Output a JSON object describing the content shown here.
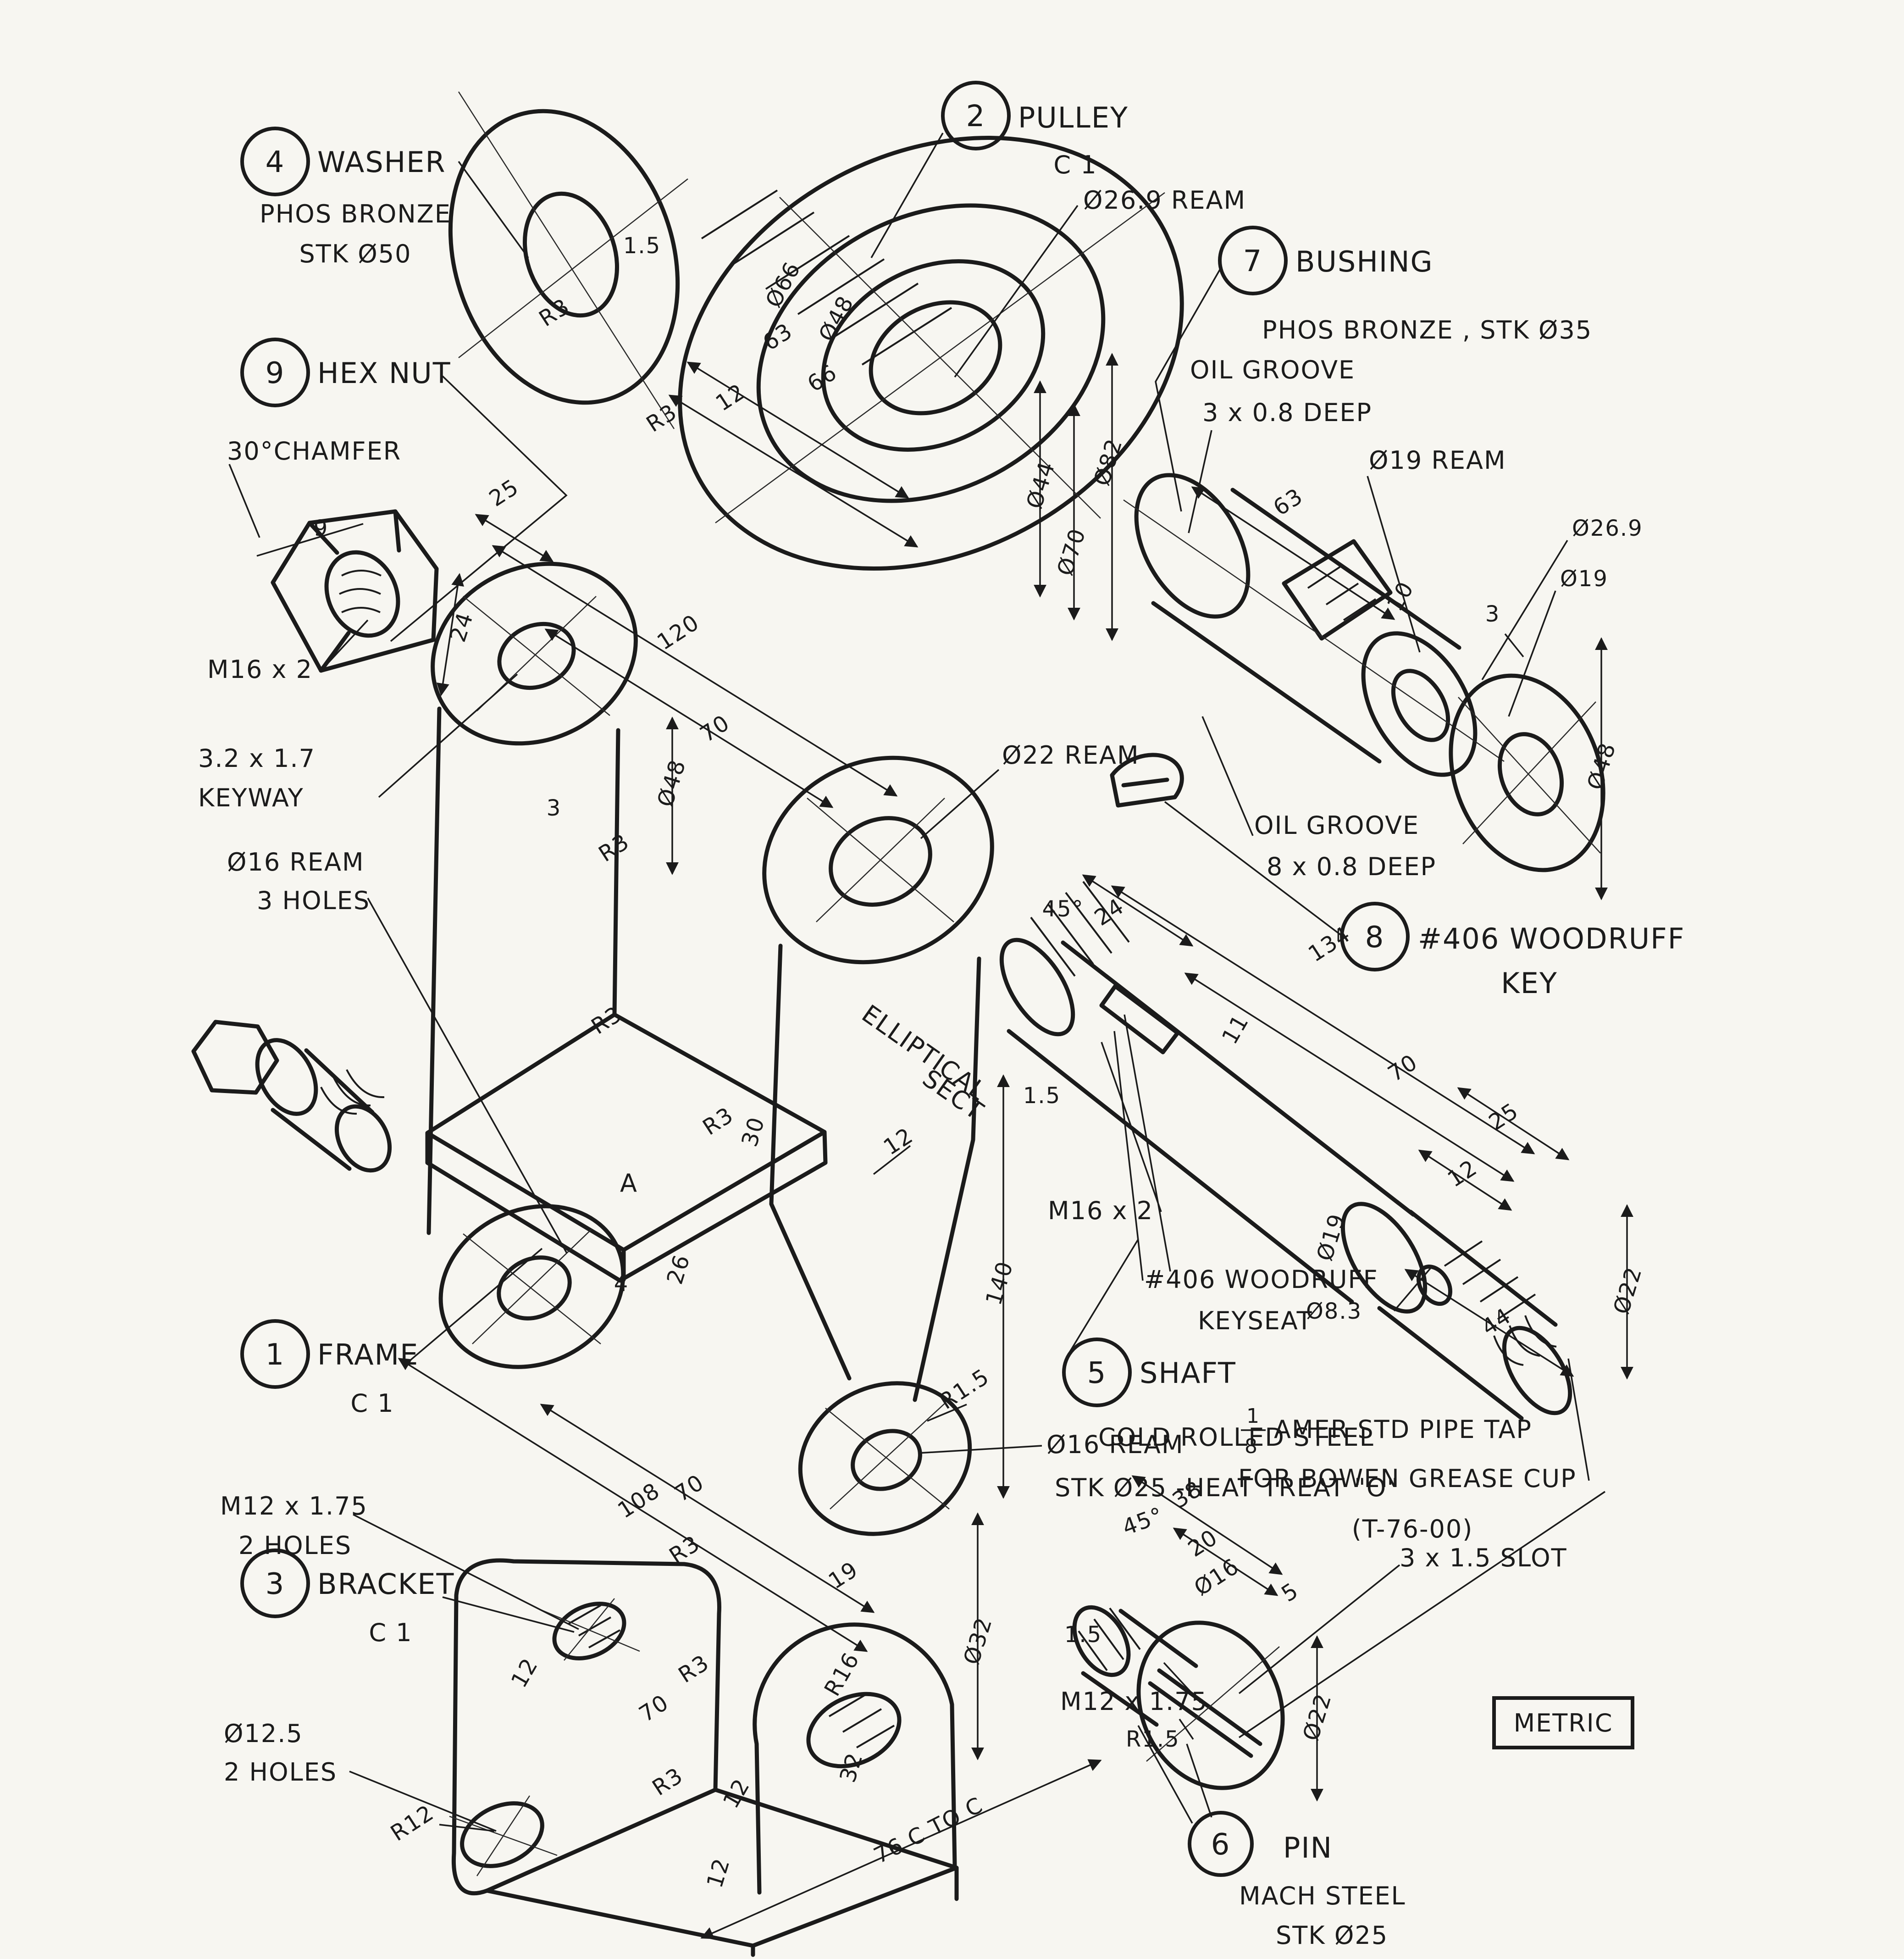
{
  "sheet": {
    "standard": "METRIC"
  },
  "parts": {
    "frame": {
      "num": "1",
      "name": "FRAME",
      "spec1": "C 1"
    },
    "pulley": {
      "num": "2",
      "name": "PULLEY",
      "spec1": "C 1"
    },
    "bracket": {
      "num": "3",
      "name": "BRACKET",
      "spec1": "C 1"
    },
    "washer": {
      "num": "4",
      "name": "WASHER",
      "spec1": "PHOS BRONZE",
      "spec2": "STK Ø50"
    },
    "shaft": {
      "num": "5",
      "name": "SHAFT",
      "spec1": "COLD ROLLED STEEL",
      "spec2": "STK Ø25 -HEAT TREAT \"O\""
    },
    "pin": {
      "num": "6",
      "name": "PIN",
      "spec1": "MACH STEEL",
      "spec2": "STK Ø25"
    },
    "bushing": {
      "num": "7",
      "name": "BUSHING",
      "spec1": "PHOS BRONZE , STK Ø35"
    },
    "woodruff_key": {
      "num": "8",
      "name": "#406 WOODRUFF",
      "name2": "KEY"
    },
    "hex_nut": {
      "num": "9",
      "name": "HEX NUT"
    }
  },
  "notes": {
    "chamfer": "30°CHAMFER",
    "nut_thread": "M16 x 2",
    "keyway_1": "3.2 x 1.7",
    "keyway_2": "KEYWAY",
    "ream3_1": "Ø16 REAM",
    "ream3_2": "3 HOLES",
    "pulley_ream": "Ø26.9 REAM",
    "oil_groove_a1": "OIL GROOVE",
    "oil_groove_a2": "3 x 0.8 DEEP",
    "bushing_ream": "Ø19 REAM",
    "oil_groove_b1": "OIL GROOVE",
    "oil_groove_b2": "8 x 0.8 DEEP",
    "frame_ream22": "Ø22 REAM",
    "elliptical_1": "ELLIPTICAL",
    "elliptical_2": "SECT",
    "keyseat_1": "#406 WOODRUFF",
    "keyseat_2": "KEYSEAT",
    "shaft_thread": "M16 x 2",
    "frame_ream16": "Ø16 REAM",
    "pipe_tap_num": "1",
    "pipe_tap_den": "8",
    "pipe_tap_1": "AMER STD PIPE TAP",
    "pipe_tap_2": "FOR BOWEN GREASE CUP",
    "pipe_tap_3": "(T-76-00)",
    "pin_slot": "3 x 1.5 SLOT",
    "pin_thread": "M12 x 1.75",
    "bracket_thread_1": "M12 x 1.75",
    "bracket_thread_2": "2 HOLES",
    "bracket_holes_1": "Ø12.5",
    "bracket_holes_2": "2 HOLES",
    "section_marker": "A"
  },
  "dims": {
    "nut_flat": "9",
    "nut_h": "24",
    "pulley_rim": "1.5",
    "pulley_d66": "Ø66",
    "pulley_63": "63",
    "pulley_d48": "Ø48",
    "pulley_66": "66",
    "pulley_12": "12",
    "pulley_r3a": "R3",
    "pulley_r3b": "R3",
    "pulley_d44": "Ø44",
    "pulley_d70": "Ø70",
    "pulley_d82": "Ø82",
    "bushing_63": "63",
    "bushing_10": "10",
    "bushing_3": "3",
    "bushing_d269": "Ø26.9",
    "bushing_d19": "Ø19",
    "bushing_d48": "Ø48",
    "frame_25": "25",
    "frame_120": "120",
    "frame_70": "70",
    "frame_d48": "Ø48",
    "frame_3": "3",
    "frame_r3a": "R3",
    "frame_r3b": "R3",
    "frame_r3c": "R3",
    "frame_30": "30",
    "frame_26": "26",
    "frame_4": "4",
    "frame_12": "12",
    "frame_108": "108",
    "frame_70b": "70",
    "frame_19": "19",
    "frame_d32": "Ø32",
    "frame_r15": "R1.5",
    "frame_140": "140",
    "shaft_45": "45°",
    "shaft_24": "24",
    "shaft_134": "134",
    "shaft_11": "11",
    "shaft_70": "70",
    "shaft_15": "1.5",
    "shaft_12": "12",
    "shaft_25": "25",
    "shaft_d19": "Ø19",
    "shaft_d83": "Ø8.3",
    "shaft_44": "44",
    "shaft_d22": "Ø22",
    "bracket_r3a": "R3",
    "bracket_12a": "12",
    "bracket_r3b": "R3",
    "bracket_70": "70",
    "bracket_r16": "R16",
    "bracket_r3c": "R3",
    "bracket_32": "32",
    "bracket_12b": "12",
    "bracket_12c": "12",
    "bracket_76": "76 C TO C",
    "bracket_r12": "R12",
    "pin_38": "38",
    "pin_45": "45°",
    "pin_20": "20",
    "pin_d16": "Ø16",
    "pin_5": "5",
    "pin_15": "1.5",
    "pin_r15": "R1.5",
    "pin_d22": "Ø22"
  }
}
